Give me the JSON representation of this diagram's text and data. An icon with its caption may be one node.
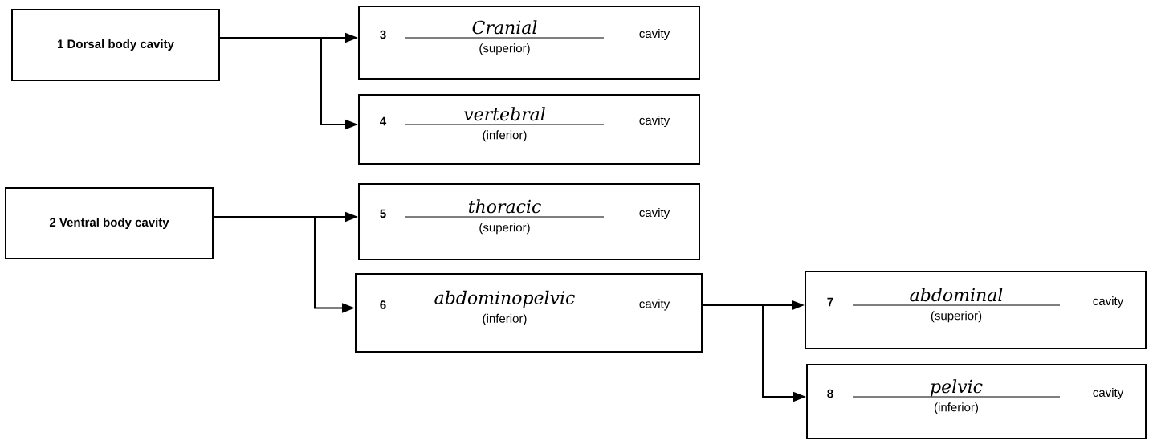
{
  "diagram": {
    "nodes": [
      {
        "text": [
          "1 Dorsal body cavity"
        ]
      },
      {
        "text": [
          "2 Ventral body cavity"
        ]
      },
      {
        "text": [
          "3",
          "Cranial",
          "(superior)",
          "cavity"
        ]
      },
      {
        "text": [
          "4",
          "vertebral",
          "(inferior)",
          "cavity"
        ]
      },
      {
        "text": [
          "5",
          "thoracic",
          "(superior)",
          "cavity"
        ]
      },
      {
        "text": [
          "6",
          "abdominopelvic",
          "(inferior)",
          "cavity"
        ]
      },
      {
        "text": [
          "7",
          "abdominal",
          "(superior)",
          "cavity"
        ]
      },
      {
        "text": [
          "8",
          "pelvic",
          "(inferior)",
          "cavity"
        ]
      }
    ],
    "edges": [
      {
        "from": 0,
        "to": 2,
        "arrow": "to"
      },
      {
        "from": 0,
        "to": 3,
        "arrow": "to"
      },
      {
        "from": 1,
        "to": 4,
        "arrow": "to"
      },
      {
        "from": 1,
        "to": 5,
        "arrow": "to"
      },
      {
        "from": 5,
        "to": 6,
        "arrow": "to"
      },
      {
        "from": 5,
        "to": 7,
        "arrow": "to"
      }
    ]
  }
}
